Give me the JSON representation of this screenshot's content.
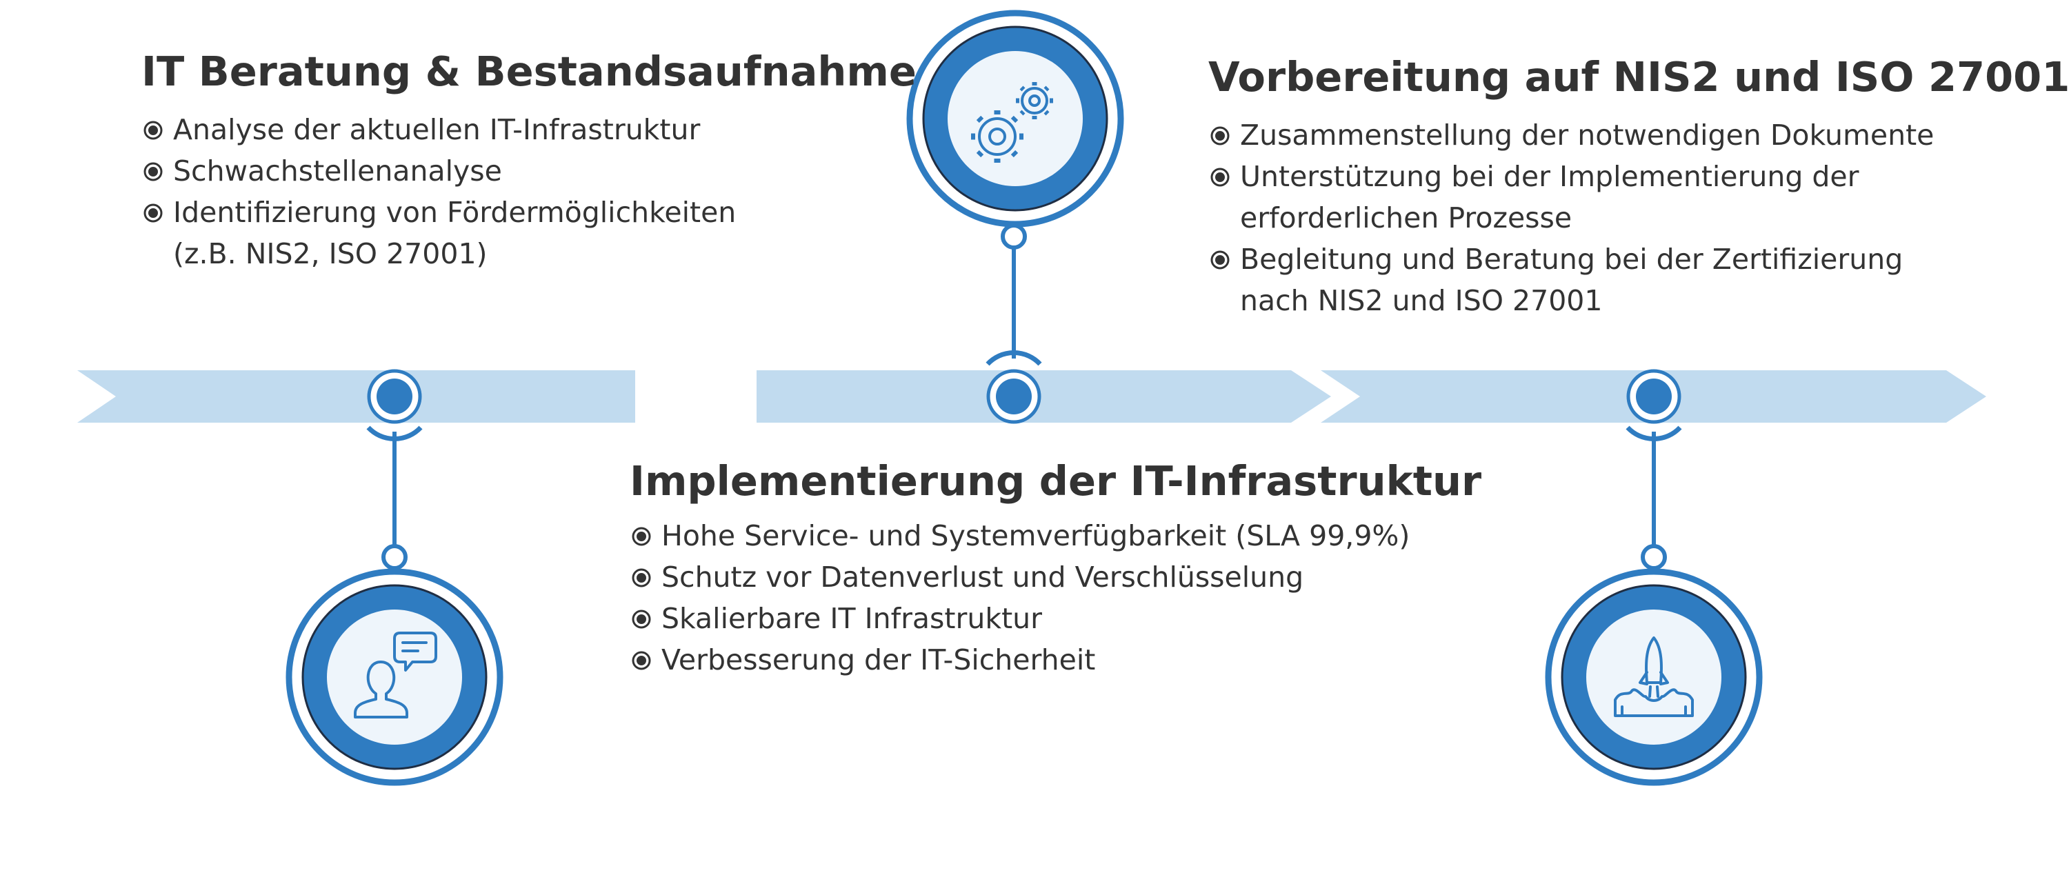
{
  "steps": [
    {
      "title": "IT Beratung & Bestandsaufnahme",
      "items": [
        "Analyse der aktuellen IT-Infrastruktur",
        "Schwachstellenanalyse",
        "Identifizierung von Fördermöglichkeiten (z.B. NIS2, ISO 27001)"
      ],
      "icon": "consulting-person-speech-icon"
    },
    {
      "title": "Vorbereitung auf NIS2 und ISO 27001",
      "items": [
        "Zusammenstellung der notwendigen Dokumente",
        "Unterstützung bei der Implementierung der erforderlichen Prozesse",
        "Begleitung und Beratung bei der Zertifizierung nach NIS2 und ISO 27001"
      ],
      "icon": "gears-icon"
    },
    {
      "title": "Implementierung der IT-Infrastruktur",
      "items": [
        "Hohe Service- und Systemverfügbarkeit (SLA 99,9%)",
        "Schutz vor Datenverlust und Verschlüsselung",
        "Skalierbare IT Infrastruktur",
        "Verbesserung der IT-Sicherheit"
      ],
      "icon": "rocket-launch-icon"
    }
  ],
  "colors": {
    "accent": "#2f7cc1",
    "band": "#c1dbef",
    "icon_fill": "#eef5fb",
    "text": "#333333"
  }
}
